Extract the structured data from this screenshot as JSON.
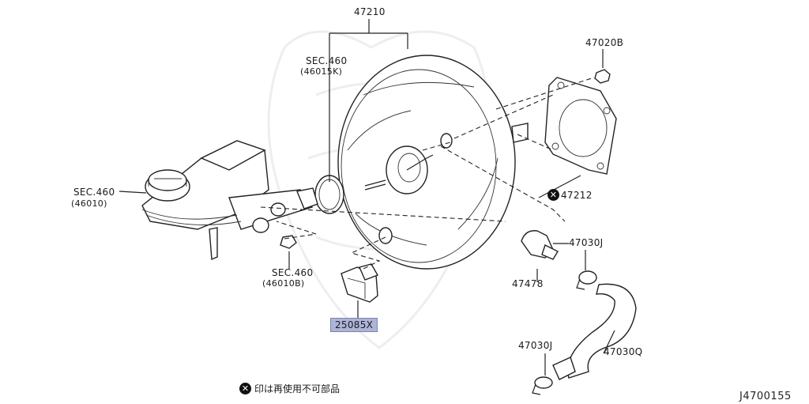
{
  "labels": {
    "booster": "47210",
    "sec460_top": "SEC.460",
    "sec460_top_sub": "(46015K)",
    "nut": "47020B",
    "sec460_left": "SEC.460",
    "sec460_left_sub": "(46010)",
    "gasket": "47212",
    "clamp_right": "47030J",
    "sec460_bottom": "SEC.460",
    "sec460_bottom_sub": "(46010B)",
    "check_valve": "47478",
    "sensor": "25085X",
    "clamp_bottom": "47030J",
    "hose": "47030Q"
  },
  "note": {
    "symbol": "✕",
    "text": "印は再使用不可部品"
  },
  "diagram_code": "J4700155",
  "colors": {
    "highlight": "#aeb4d6",
    "line": "#222222",
    "watermark": "#eeeeee"
  }
}
